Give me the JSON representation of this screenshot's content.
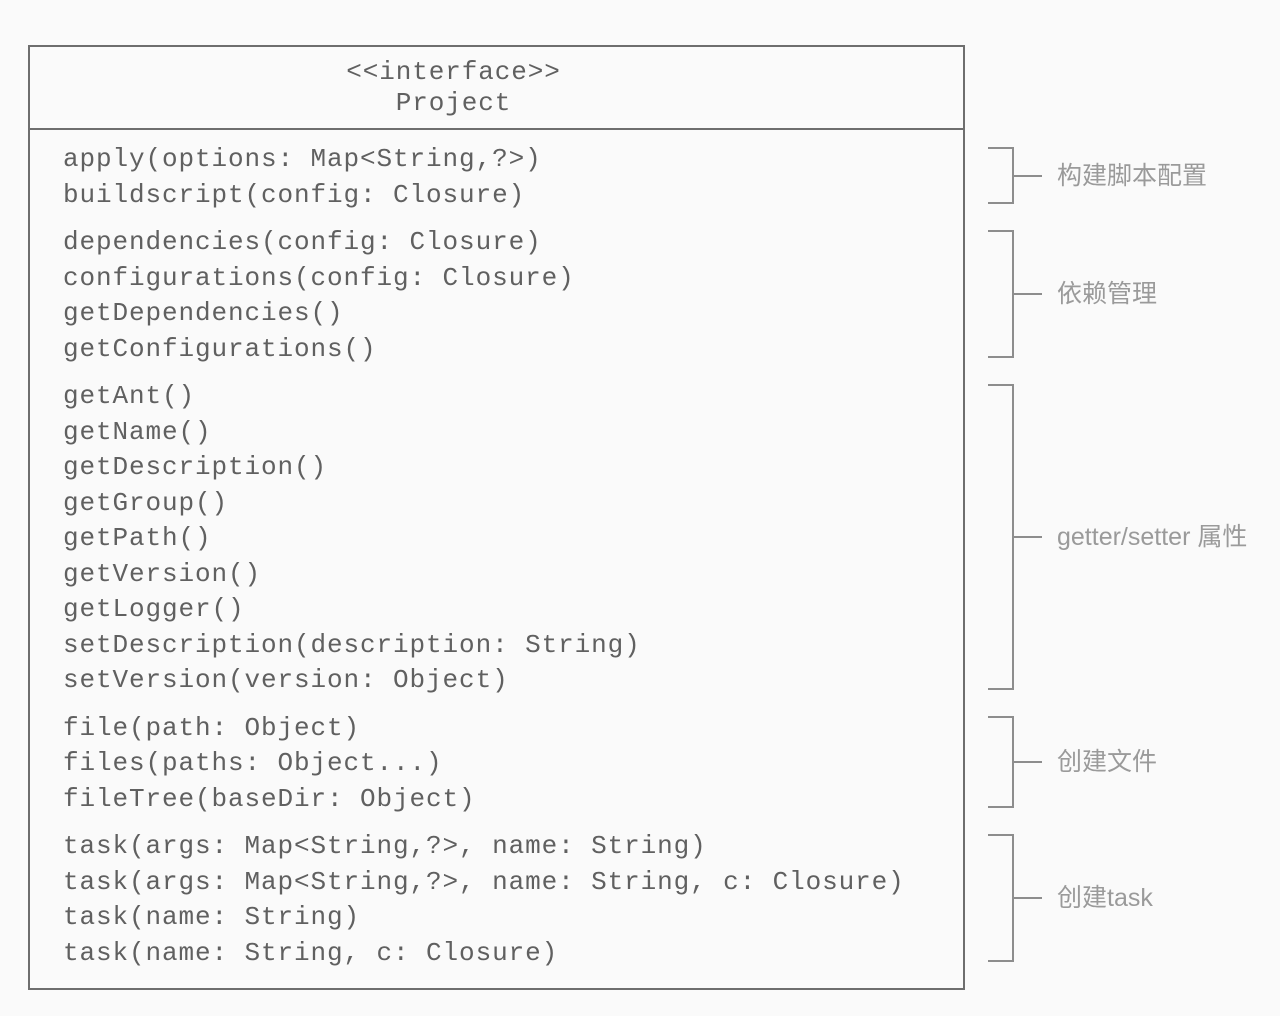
{
  "colors": {
    "paper": "#fafafa",
    "ink": "#606060",
    "box_border": "#6e6e6e",
    "bracket": "#8d8d8d",
    "annotation_text": "#9a9a9a"
  },
  "uml_class": {
    "stereotype": "<<interface>>",
    "name": "Project",
    "sections": [
      {
        "annotation": "构建脚本配置",
        "methods": [
          "apply(options: Map<String,?>)",
          "buildscript(config: Closure)"
        ]
      },
      {
        "annotation": "依赖管理",
        "methods": [
          "dependencies(config: Closure)",
          "configurations(config: Closure)",
          "getDependencies()",
          "getConfigurations()"
        ]
      },
      {
        "annotation": "getter/setter 属性",
        "methods": [
          "getAnt()",
          "getName()",
          "getDescription()",
          "getGroup()",
          "getPath()",
          "getVersion()",
          "getLogger()",
          "setDescription(description: String)",
          "setVersion(version: Object)"
        ]
      },
      {
        "annotation": "创建文件",
        "methods": [
          "file(path: Object)",
          "files(paths: Object...)",
          "fileTree(baseDir: Object)"
        ]
      },
      {
        "annotation": "创建task",
        "methods": [
          "task(args: Map<String,?>, name: String)",
          "task(args: Map<String,?>, name: String, c: Closure)",
          "task(name: String)",
          "task(name: String, c: Closure)"
        ]
      }
    ]
  }
}
